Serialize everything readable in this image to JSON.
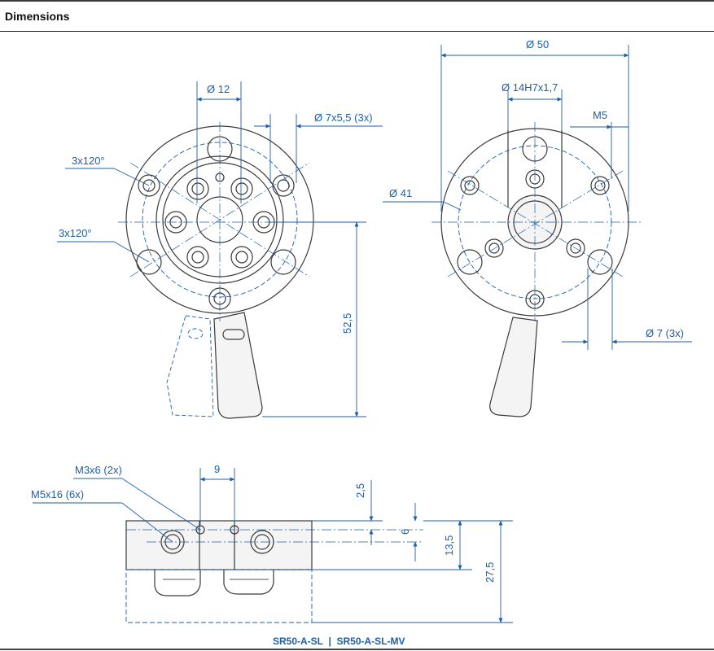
{
  "header": {
    "title": "Dimensions"
  },
  "front_view": {
    "dim_bore": "Ø 12",
    "dim_holes": "Ø 7x5,5 (3x)",
    "angle_top": "3x120°",
    "angle_bottom": "3x120°",
    "dim_height": "52,5"
  },
  "rear_view": {
    "dim_outer": "Ø 50",
    "dim_fit": "Ø 14H7x1,7",
    "dim_thread": "M5",
    "dim_pitch": "Ø 41",
    "dim_holes": "Ø 7 (3x)"
  },
  "side_view": {
    "dim_spacing": "9",
    "thread_small": "M3x6 (2x)",
    "thread_large": "M5x16 (6x)",
    "dim_top": "2,5",
    "dim_mid": "6",
    "dim_center": "13,5",
    "dim_total": "27,5"
  },
  "footer": {
    "caption": "SR50-A-SL  |  SR50-A-SL-MV"
  },
  "colors": {
    "dimension": "#1d5fa8",
    "outline": "#3a3a3a"
  }
}
